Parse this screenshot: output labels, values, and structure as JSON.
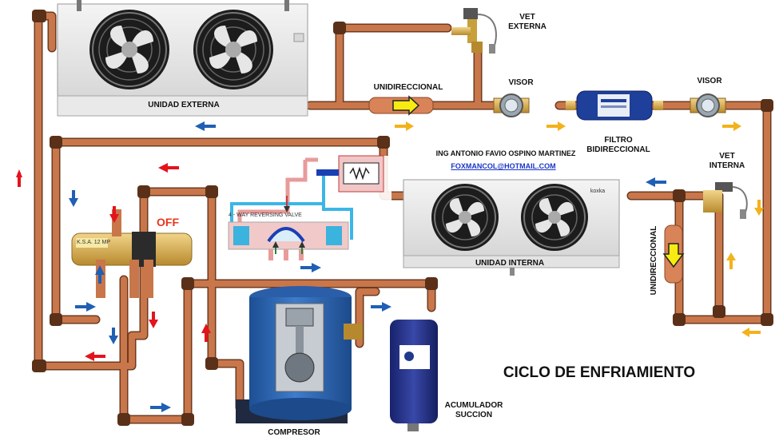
{
  "title": "CICLO DE ENFRIAMIENTO",
  "author": "ING ANTONIO FAVIO OSPINO MARTINEZ",
  "email": "FOXMANCOL@HOTMAIL.COM",
  "labels": {
    "unidad_externa": "UNIDAD EXTERNA",
    "unidad_interna": "UNIDAD INTERNA",
    "vet_externa_1": "VET",
    "vet_externa_2": "EXTERNA",
    "vet_interna_1": "VET",
    "vet_interna_2": "INTERNA",
    "unidireccional_top": "UNIDIRECCIONAL",
    "unidireccional_side": "UNIDIRECCIONAL",
    "visor_left": "VISOR",
    "visor_right": "VISOR",
    "filtro_1": "FILTRO",
    "filtro_2": "BIDIRECCIONAL",
    "off": "OFF",
    "compresor": "COMPRESOR",
    "acumulador_1": "ACUMULADOR",
    "acumulador_2": "SUCCION",
    "valve_caption": "4 - WAY REVERSING VALVE",
    "brand": "koxka",
    "valve_tag": "K.S.A. 12 MP"
  },
  "colors": {
    "copper": "#c8764a",
    "copper_dark": "#6b3b22",
    "arrow_red": "#e3141c",
    "arrow_blue": "#1f5fb5",
    "arrow_yellow": "#f3b21b",
    "compressor_blue": "#2c65b3",
    "title_text": "#111111",
    "email": "#1a35c8"
  }
}
